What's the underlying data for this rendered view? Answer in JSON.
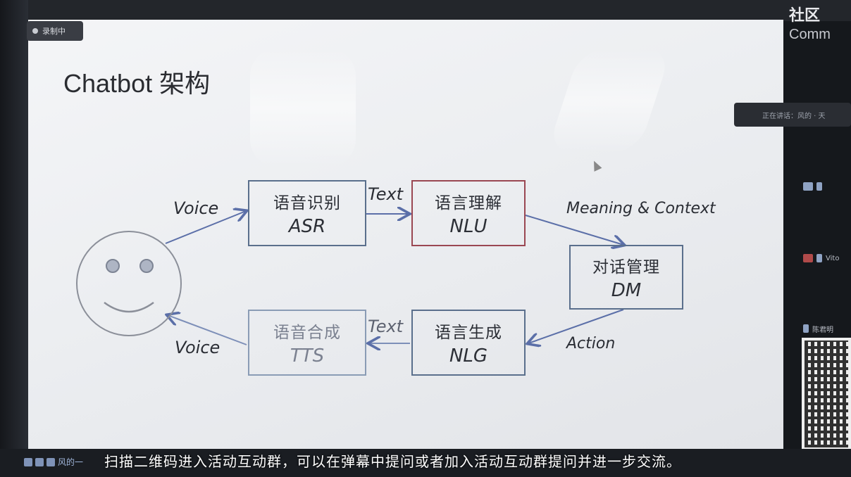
{
  "recording_chip": {
    "label": "录制中"
  },
  "slide": {
    "title": "Chatbot 架构",
    "diagram": {
      "face": {
        "icon": "smiley-face-icon"
      },
      "nodes": {
        "asr": {
          "cn": "语音识别",
          "en": "ASR"
        },
        "nlu": {
          "cn": "语言理解",
          "en": "NLU"
        },
        "dm": {
          "cn": "对话管理",
          "en": "DM"
        },
        "nlg": {
          "cn": "语言生成",
          "en": "NLG"
        },
        "tts": {
          "cn": "语音合成",
          "en": "TTS"
        }
      },
      "edges": {
        "voice_in": "Voice",
        "text_asr_nlu": "Text",
        "meaning_context": "Meaning & Context",
        "action": "Action",
        "text_nlg_tts": "Text",
        "voice_out": "Voice"
      },
      "colors": {
        "box_border": "#5a6f8c",
        "nlu_border": "#9a4752",
        "arrow": "#5b6fa8"
      }
    }
  },
  "sidebar": {
    "brand": "社区",
    "brand_sub": "Comm",
    "tooltip": "正在讲话：风的 · 天",
    "participants": [
      {
        "name": ""
      },
      {
        "name": "Vito"
      },
      {
        "name": "陈君明"
      }
    ]
  },
  "bottom": {
    "speaker": "风的一",
    "subtitle": "扫描二维码进入活动互动群，可以在弹幕中提问或者加入活动互动群提问并进一步交流。"
  }
}
